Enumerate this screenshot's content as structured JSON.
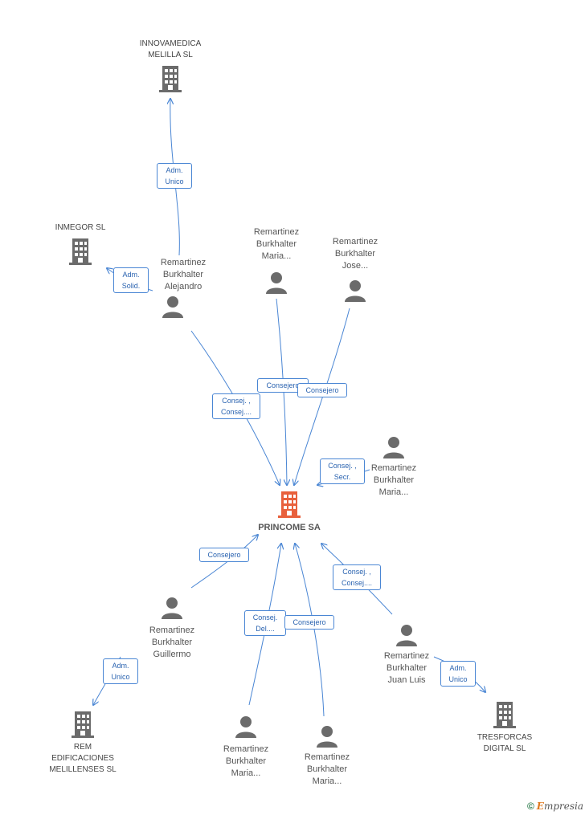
{
  "nodes": {
    "innovamedica": {
      "label": "INNOVAMEDICA\nMELILLA  SL",
      "type": "company"
    },
    "inmegor": {
      "label": "INMEGOR SL",
      "type": "company"
    },
    "alejandro": {
      "label": "Remartinez\nBurkhalter\nAlejandro",
      "type": "person"
    },
    "maria_top": {
      "label": "Remartinez\nBurkhalter\nMaria...",
      "type": "person"
    },
    "jose": {
      "label": "Remartinez\nBurkhalter\nJose...",
      "type": "person"
    },
    "maria_right": {
      "label": "Remartinez\nBurkhalter\nMaria...",
      "type": "person"
    },
    "princome": {
      "label": "PRINCOME SA",
      "type": "main-company"
    },
    "guillermo": {
      "label": "Remartinez\nBurkhalter\nGuillermo",
      "type": "person"
    },
    "rem": {
      "label": "REM\nEDIFICACIONES\nMELILLENSES SL",
      "type": "company"
    },
    "maria_bl": {
      "label": "Remartinez\nBurkhalter\nMaria...",
      "type": "person"
    },
    "maria_br": {
      "label": "Remartinez\nBurkhalter\nMaria...",
      "type": "person"
    },
    "juanluis": {
      "label": "Remartinez\nBurkhalter\nJuan Luis",
      "type": "person"
    },
    "tresforcas": {
      "label": "TRESFORCAS\nDIGITAL SL",
      "type": "company"
    }
  },
  "edges": [
    {
      "id": "e1",
      "label": "Adm.\nUnico"
    },
    {
      "id": "e2",
      "label": "Adm.\nSolid."
    },
    {
      "id": "e3",
      "label": "Consej. ,\nConsej...."
    },
    {
      "id": "e4",
      "label": "Consejero"
    },
    {
      "id": "e5",
      "label": "Consejero"
    },
    {
      "id": "e6",
      "label": "Consej. ,\nSecr."
    },
    {
      "id": "e7",
      "label": "Consejero"
    },
    {
      "id": "e8",
      "label": "Adm.\nUnico"
    },
    {
      "id": "e9",
      "label": "Consej.\nDel...."
    },
    {
      "id": "e10",
      "label": "Consejero"
    },
    {
      "id": "e11",
      "label": "Consej. ,\nConsej...."
    },
    {
      "id": "e12",
      "label": "Adm.\nUnico"
    }
  ],
  "colors": {
    "edge": "#4a86d4",
    "company_icon": "#6b6b6b",
    "main_icon": "#e8603c",
    "person_icon": "#6b6b6b"
  },
  "footer": {
    "copyright": "©",
    "brand_initial": "E",
    "brand_rest": "mpresia"
  }
}
